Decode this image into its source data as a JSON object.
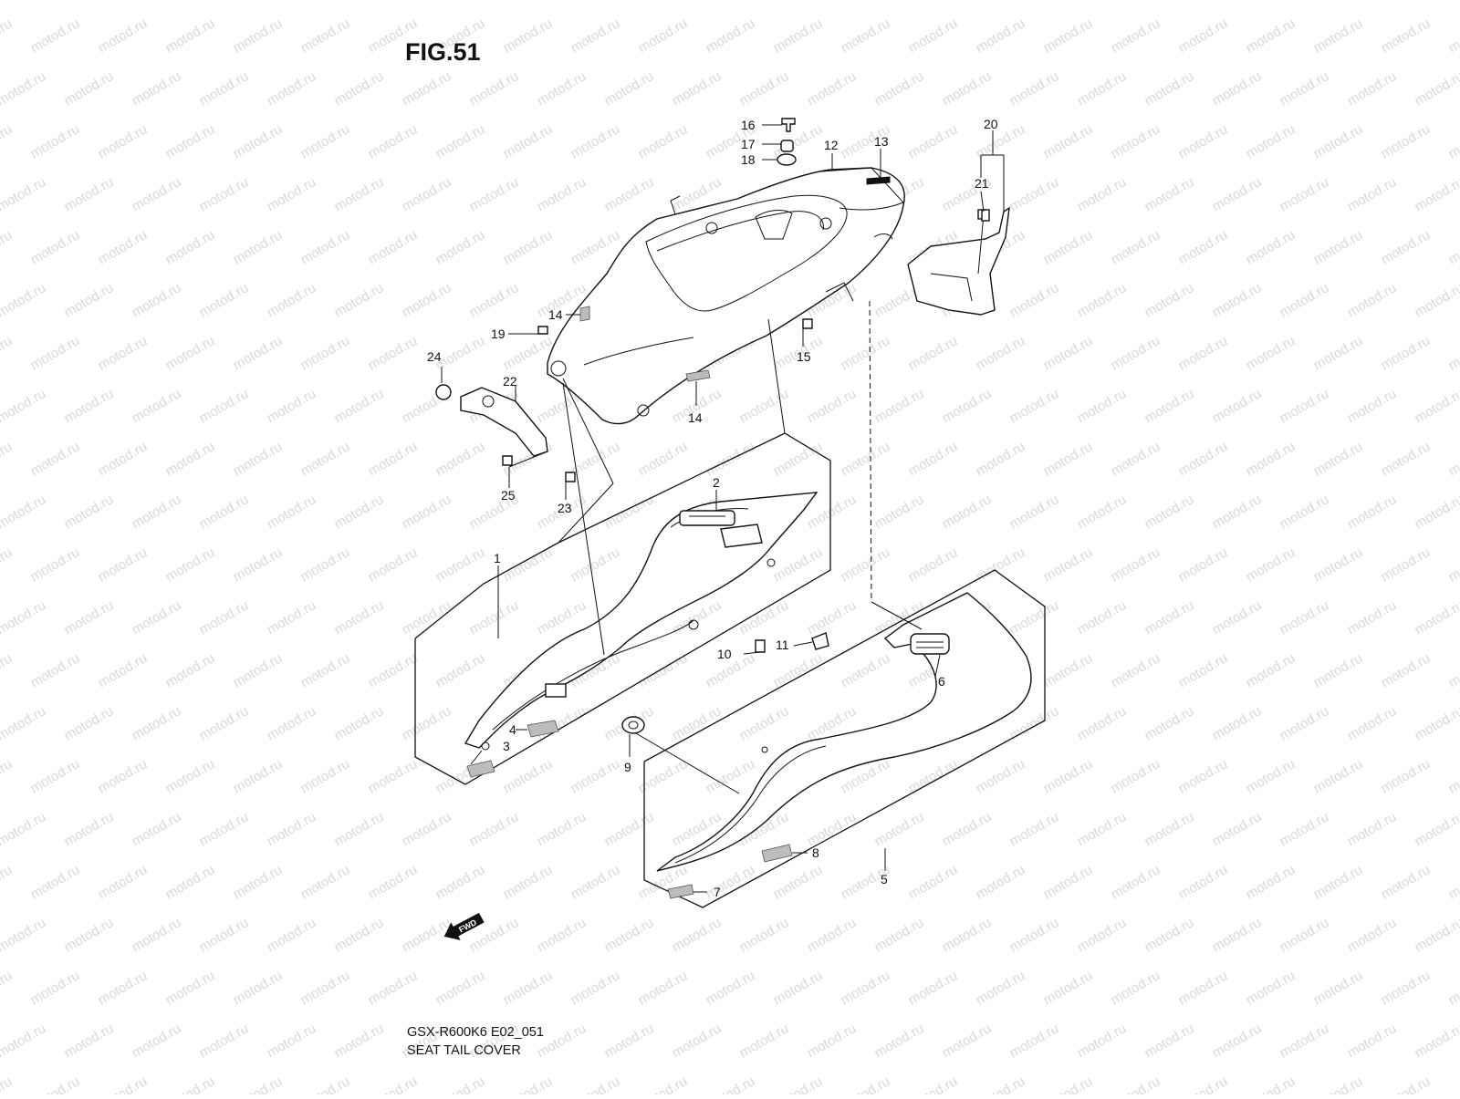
{
  "figure": {
    "title": "FIG.51",
    "model_code": "GSX-R600K6 E02_051",
    "section_name": "SEAT TAIL COVER",
    "watermark": "motod.ru",
    "direction_label": "FWD"
  },
  "callouts": [
    {
      "id": "c1",
      "text": "1"
    },
    {
      "id": "c2",
      "text": "2"
    },
    {
      "id": "c3",
      "text": "3"
    },
    {
      "id": "c4",
      "text": "4"
    },
    {
      "id": "c5",
      "text": "5"
    },
    {
      "id": "c6",
      "text": "6"
    },
    {
      "id": "c7",
      "text": "7"
    },
    {
      "id": "c8",
      "text": "8"
    },
    {
      "id": "c9",
      "text": "9"
    },
    {
      "id": "c10",
      "text": "10"
    },
    {
      "id": "c11",
      "text": "11"
    },
    {
      "id": "c12",
      "text": "12"
    },
    {
      "id": "c13",
      "text": "13"
    },
    {
      "id": "c14a",
      "text": "14"
    },
    {
      "id": "c14b",
      "text": "14"
    },
    {
      "id": "c15",
      "text": "15"
    },
    {
      "id": "c16",
      "text": "16"
    },
    {
      "id": "c17",
      "text": "17"
    },
    {
      "id": "c18",
      "text": "18"
    },
    {
      "id": "c19",
      "text": "19"
    },
    {
      "id": "c20",
      "text": "20"
    },
    {
      "id": "c21",
      "text": "21"
    },
    {
      "id": "c22",
      "text": "22"
    },
    {
      "id": "c23",
      "text": "23"
    },
    {
      "id": "c24",
      "text": "24"
    },
    {
      "id": "c25",
      "text": "25"
    }
  ],
  "colors": {
    "line": "#111111",
    "watermark": "#d9d9d9",
    "background": "#ffffff"
  }
}
